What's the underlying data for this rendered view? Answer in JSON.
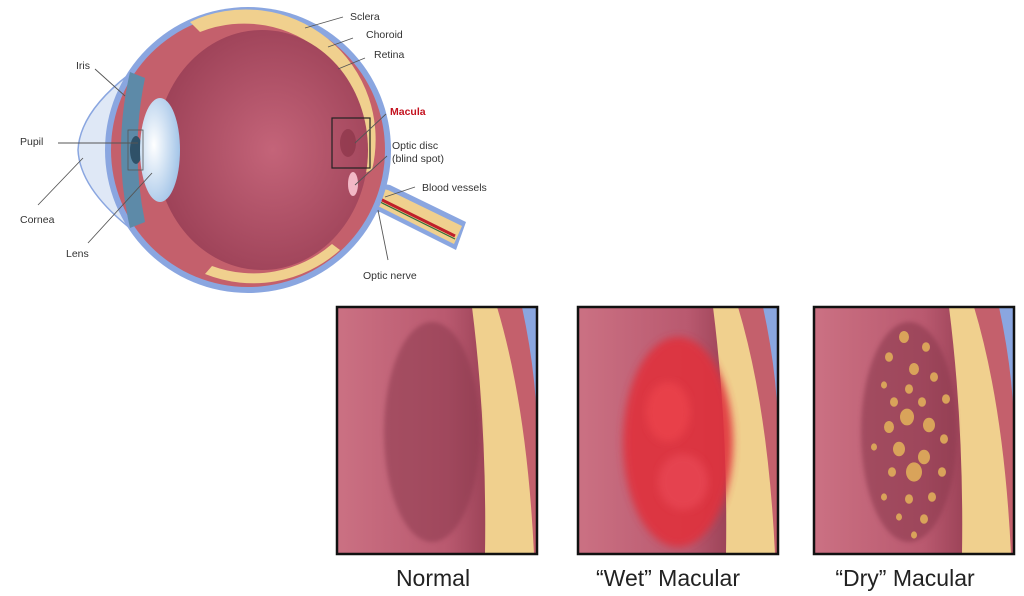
{
  "eye_labels": {
    "sclera": "Sclera",
    "choroid": "Choroid",
    "retina": "Retina",
    "macula": "Macula",
    "optic_disc": "Optic disc",
    "blind_spot": "(blind spot)",
    "blood_vessels": "Blood vessels",
    "optic_nerve": "Optic nerve",
    "iris": "Iris",
    "pupil": "Pupil",
    "cornea": "Cornea",
    "lens": "Lens"
  },
  "panels": [
    {
      "caption": "Normal"
    },
    {
      "caption": "“Wet” Macular"
    },
    {
      "caption": "“Dry” Macular"
    }
  ],
  "colors": {
    "sclera": "#8aa6e0",
    "choroid": "#c4606c",
    "retina": "#f0d08e",
    "vitreous": "#a84a5e",
    "macula_label": "#c4121f",
    "wet_blood": "#e0303c",
    "dry_drusen": "#d9a35a"
  }
}
